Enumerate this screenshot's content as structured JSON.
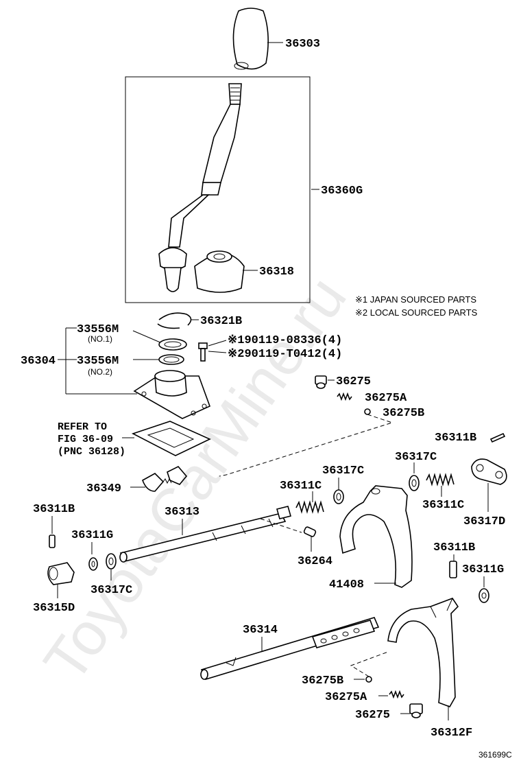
{
  "watermark": "ToyotaCarMine.ru",
  "figure_id": "361699C",
  "notes": [
    "※1 JAPAN SOURCED PARTS",
    "※2 LOCAL SOURCED PARTS"
  ],
  "refer": {
    "line1": "REFER TO",
    "line2": "FIG 36-09",
    "line3": "(PNC 36128)"
  },
  "labels": {
    "p36303": "36303",
    "p36360G": "36360G",
    "p36318": "36318",
    "p36321B": "36321B",
    "p33556M_1": "33556M",
    "p33556M_1_sub": "(NO.1)",
    "p33556M_2": "33556M",
    "p33556M_2_sub": "(NO.2)",
    "p36304": "36304",
    "bolt1": "※190119-08336(4)",
    "bolt2": "※290119-T0412(4)",
    "p36275_top": "36275",
    "p36275A_top": "36275A",
    "p36275B_top": "36275B",
    "p36311B_right": "36311B",
    "p36317C_right": "36317C",
    "p36317C_mid": "36317C",
    "p36311C_mid": "36311C",
    "p36311C_right": "36311C",
    "p36349": "36349",
    "p36317D": "36317D",
    "p36311B_left": "36311B",
    "p36313": "36313",
    "p36311G_left": "36311G",
    "p36264": "36264",
    "p36311B_lower": "36311B",
    "p36311G_right": "36311G",
    "p36317C_left": "36317C",
    "p41408": "41408",
    "p36315D": "36315D",
    "p36314": "36314",
    "p36275B_bottom": "36275B",
    "p36275A_bottom": "36275A",
    "p36275_bottom": "36275",
    "p36312F": "36312F"
  }
}
